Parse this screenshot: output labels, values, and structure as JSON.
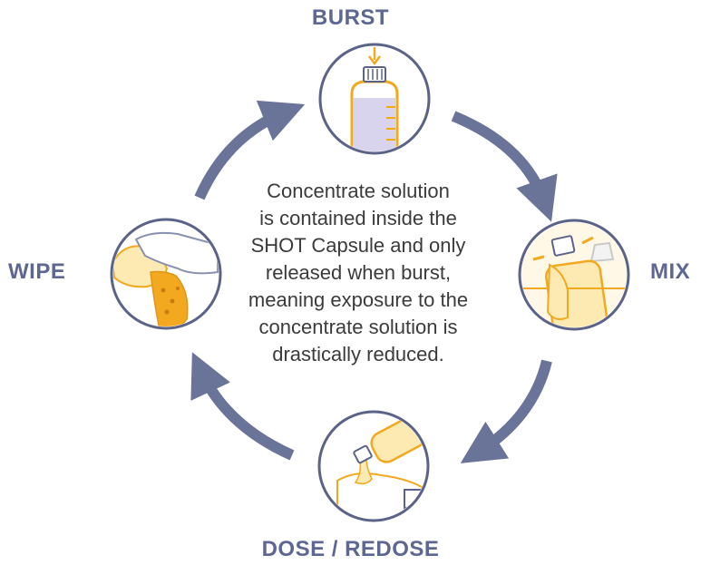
{
  "steps": {
    "burst": {
      "label": "BURST",
      "icon": "bottle-cap-press-icon"
    },
    "mix": {
      "label": "MIX",
      "icon": "bottle-shake-icon"
    },
    "dose": {
      "label": "DOSE / REDOSE",
      "icon": "bottle-pour-cloth-icon"
    },
    "wipe": {
      "label": "WIPE",
      "icon": "hand-wipe-cloth-icon"
    }
  },
  "center_text": {
    "lines": [
      "Concentrate solution",
      "is contained inside the",
      "SHOT Capsule and only",
      "released when burst,",
      "meaning exposure to the",
      "concentrate solution is",
      "drastically reduced."
    ]
  },
  "colors": {
    "arrow": "#6a7398",
    "circle_stroke": "#5b6388",
    "label": "#5e6792",
    "accent": "#f2a91f",
    "liquid_purple": "#d9d4ee",
    "liquid_yellow": "#fdeab2"
  }
}
